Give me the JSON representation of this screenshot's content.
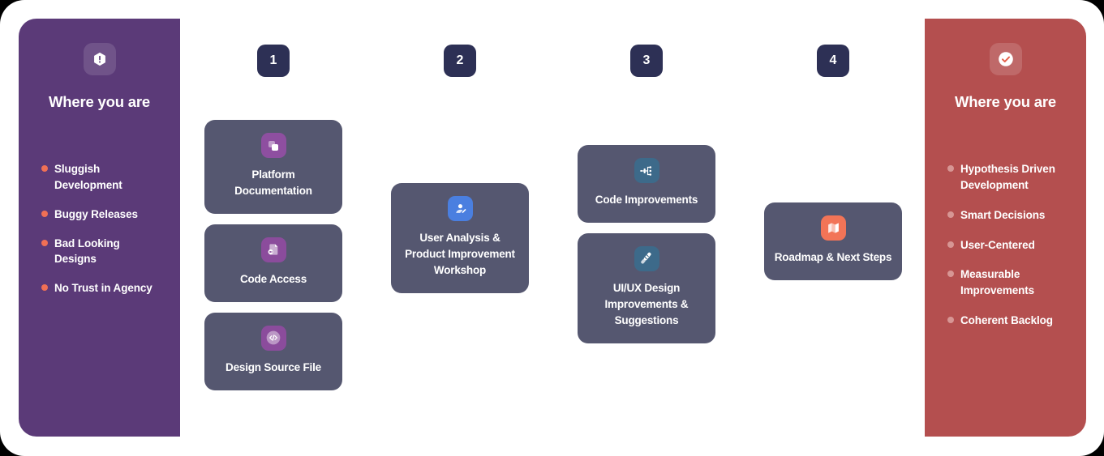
{
  "left_panel": {
    "icon": "alert-hexagon-icon",
    "icon_color": "#ffffff",
    "background": "#5B3A78",
    "bullet_color": "#F07055",
    "title": "Where you are",
    "items": [
      "Sluggish Development",
      "Buggy Releases",
      "Bad Looking Designs",
      "No Trust in Agency"
    ]
  },
  "right_panel": {
    "icon": "check-circle-icon",
    "icon_color": "#ffffff",
    "background": "#B44F4F",
    "bullet_color": "#D79694",
    "title": "Where you are",
    "items": [
      "Hypothesis Driven Development",
      "Smart Decisions",
      "User-Centered",
      "Measurable Improvements",
      "Coherent Backlog"
    ]
  },
  "badge_color": "#2D3055",
  "card_color": "#555770",
  "columns": [
    {
      "step": "1",
      "cards": [
        {
          "label": "Platform Documentation",
          "icon": "copy-layers-icon",
          "icon_bg": "#8E4FA0"
        },
        {
          "label": "Code Access",
          "icon": "document-key-icon",
          "icon_bg": "#8B4C9C"
        },
        {
          "label": "Design Source File",
          "icon": "code-brackets-icon",
          "icon_bg": "#8B4C9C"
        }
      ]
    },
    {
      "step": "2",
      "cards": [
        {
          "label": "User Analysis & Product Improvement Workshop",
          "icon": "user-edit-icon",
          "icon_bg": "#4A7FE0"
        }
      ]
    },
    {
      "step": "3",
      "cards": [
        {
          "label": "Code Improvements",
          "icon": "sitemap-branch-icon",
          "icon_bg": "#3D6A8A"
        },
        {
          "label": "UI/UX Design Improvements & Suggestions",
          "icon": "magic-wand-icon",
          "icon_bg": "#3D6A8A"
        }
      ]
    },
    {
      "step": "4",
      "cards": [
        {
          "label": "Roadmap & Next Steps",
          "icon": "map-icon",
          "icon_bg": "#F27457"
        }
      ]
    }
  ]
}
